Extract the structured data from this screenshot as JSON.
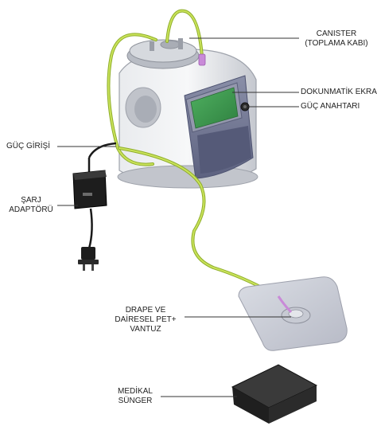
{
  "labels": {
    "canister": {
      "line1": "CANISTER",
      "line2": "(TOPLAMA KABI)"
    },
    "touchscreen": "DOKUNMATİK EKRAN",
    "power_switch": "GÜÇ ANAHTARI",
    "power_input": "GÜÇ GİRİŞİ",
    "charger": {
      "line1": "ŞARJ",
      "line2": "ADAPTÖRÜ"
    },
    "drape": {
      "line1": "DRAPE VE",
      "line2": "DAİRESEL PET+",
      "line3": "VANTUZ"
    },
    "sponge": {
      "line1": "MEDİKAL",
      "line2": "SÜNGER"
    }
  },
  "colors": {
    "device_body": "#d8dbe0",
    "device_panel": "#6f7490",
    "screen": "#3e9a4e",
    "tube": "#b5d23c",
    "tube_connector": "#c98ad8",
    "adapter": "#1a1a1a",
    "drape": "#c9ccd6",
    "sponge": "#2b2b2b",
    "leader_line": "#333333"
  },
  "icons": [
    "canister-icon",
    "touchscreen-icon",
    "power-switch-icon",
    "power-adapter-icon",
    "power-plug-icon",
    "drape-icon",
    "sponge-icon",
    "tube-icon"
  ]
}
